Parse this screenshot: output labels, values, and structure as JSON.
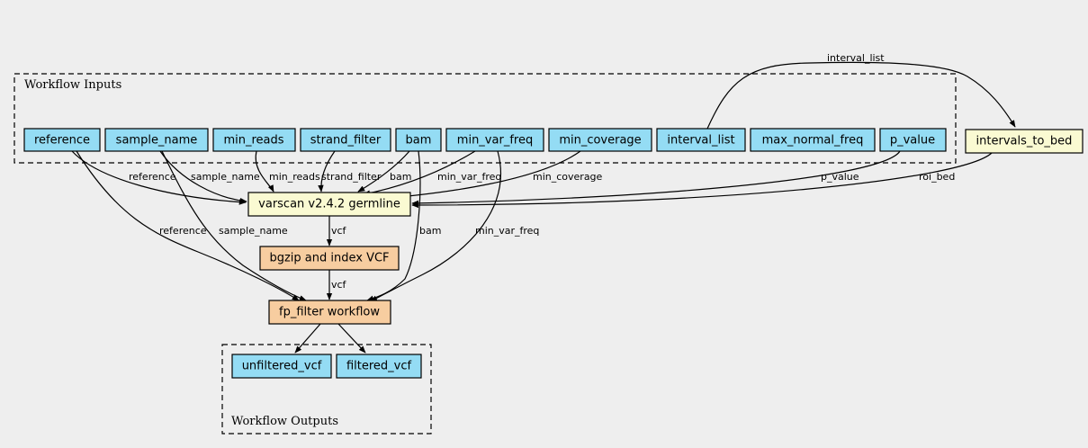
{
  "colors": {
    "input_fill": "#94dcf4",
    "tool_fill": "#fafad2",
    "workflow_fill": "#f7cda0",
    "output_fill": "#94dcf4",
    "background": "#eeeeee"
  },
  "clusters": {
    "inputs": "Workflow Inputs",
    "outputs": "Workflow Outputs"
  },
  "nodes": {
    "reference": "reference",
    "sample_name": "sample_name",
    "min_reads": "min_reads",
    "strand_filter": "strand_filter",
    "bam": "bam",
    "min_var_freq": "min_var_freq",
    "min_coverage": "min_coverage",
    "interval_list": "interval_list",
    "max_normal_freq": "max_normal_freq",
    "p_value": "p_value",
    "intervals_to_bed": "intervals_to_bed",
    "varscan": "varscan v2.4.2 germline",
    "bgzip": "bgzip and index VCF",
    "fp_filter": "fp_filter workflow",
    "unfiltered_vcf": "unfiltered_vcf",
    "filtered_vcf": "filtered_vcf"
  },
  "edges": {
    "interval_list_to_bed": "interval_list",
    "ref_to_varscan": "reference",
    "sample_to_varscan": "sample_name",
    "minreads_to_varscan": "min_reads",
    "strand_to_varscan": "strand_filter",
    "bam_to_varscan": "bam",
    "mvf_to_varscan": "min_var_freq",
    "mincov_to_varscan": "min_coverage",
    "pvalue_to_varscan": "p_value",
    "roi_to_varscan": "roi_bed",
    "varscan_to_bgzip": "vcf",
    "bgzip_to_fp": "vcf",
    "ref_to_fp": "reference",
    "sample_to_fp": "sample_name",
    "bam_to_fp": "bam",
    "mvf_to_fp": "min_var_freq"
  }
}
